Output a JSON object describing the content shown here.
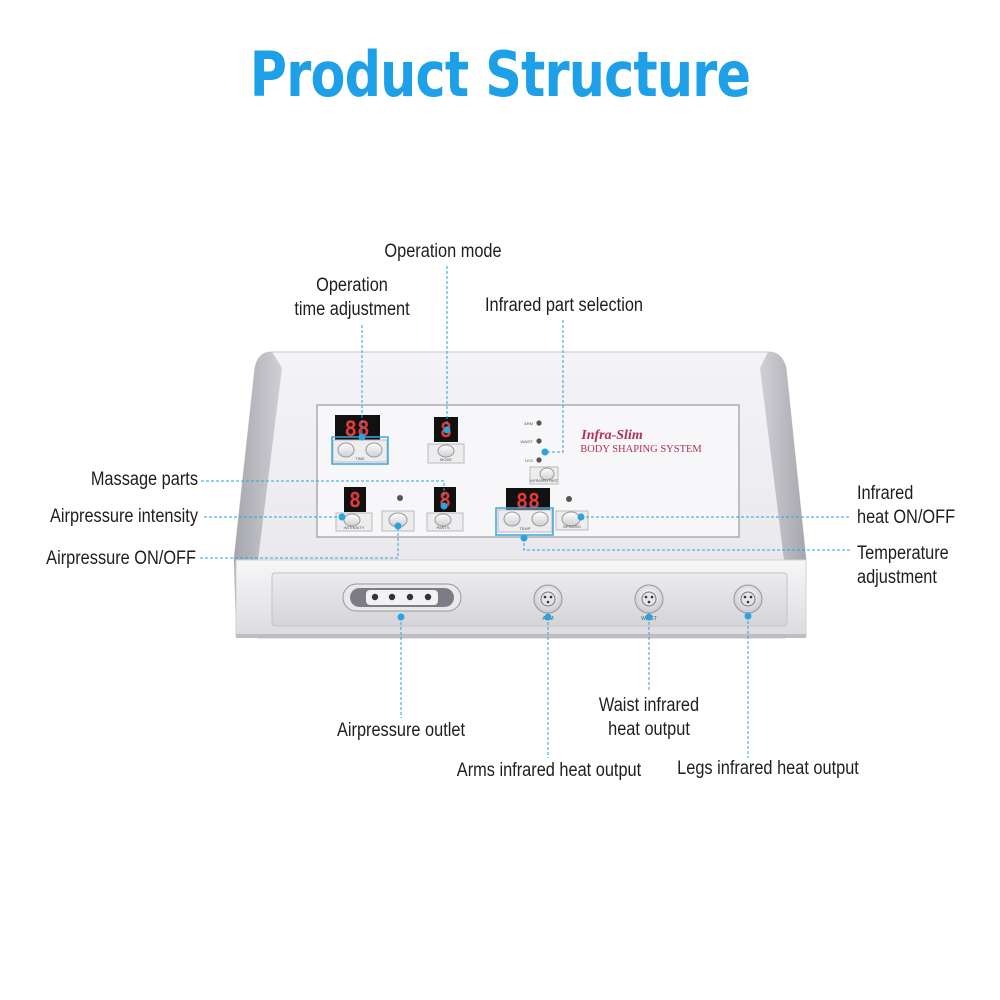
{
  "title": "Product Structure",
  "device": {
    "brand": "Infra-Slim",
    "subtitle": "BODY SHAPING SYSTEM",
    "displays": {
      "time": "88",
      "mode": "8",
      "intensity": "8",
      "parts": "8",
      "temperature": "88"
    },
    "part_leds": [
      "ARM",
      "WAIST",
      "LEG"
    ],
    "button_labels": {
      "time": "TIME",
      "mode": "MODE",
      "intensity": "INTENSITY",
      "parts": "PARTS",
      "temp": "TEMP",
      "infrared": "INFRARED",
      "infrared_select": "INFRARED PART"
    },
    "outlet_labels": [
      "ARM",
      "WAIST"
    ]
  },
  "callouts": {
    "operation_mode": "Operation mode",
    "operation_time_line1": "Operation",
    "operation_time_line2": "time adjustment",
    "infrared_part_selection": "Infrared part selection",
    "massage_parts": "Massage parts",
    "airpressure_intensity": "Airpressure intensity",
    "airpressure_onoff": "Airpressure ON/OFF",
    "infrared_heat_line1": "Infrared",
    "infrared_heat_line2": "heat ON/OFF",
    "temperature_line1": "Temperature",
    "temperature_line2": "adjustment",
    "airpressure_outlet": "Airpressure outlet",
    "waist_line1": "Waist infrared",
    "waist_line2": "heat output",
    "arms_output": "Arms infrared heat output",
    "legs_output": "Legs infrared heat output"
  },
  "colors": {
    "title": "#1ea0e8",
    "callout_line": "#2aa3e0",
    "highlight_box": "#3ba6e0",
    "display_red": "#e53935",
    "brand_text": "#b03058"
  }
}
